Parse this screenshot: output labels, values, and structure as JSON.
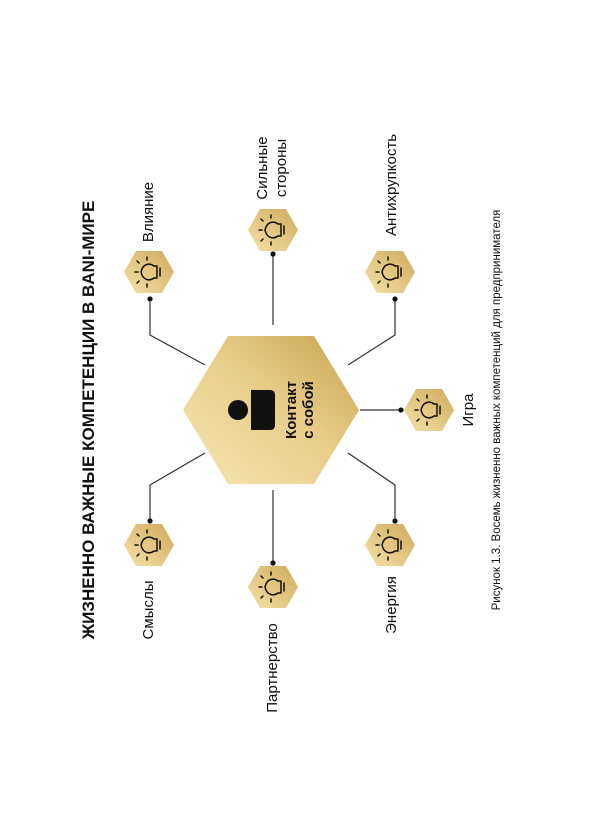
{
  "page": {
    "title": "ЖИЗНЕННО ВАЖНЫЕ КОМПЕТЕНЦИИ В BANI-МИРЕ",
    "caption": "Рисунок 1.3. Восемь жизненно важных компетенций  для предпринимателя"
  },
  "center": {
    "label_line1": "Контакт",
    "label_line2": "с собой",
    "icon": "person-icon"
  },
  "nodes": [
    {
      "id": "vliyanie",
      "label_line1": "Влияние",
      "label_line2": "",
      "icon": "lightbulb-icon"
    },
    {
      "id": "silnye-storony",
      "label_line1": "Сильные",
      "label_line2": "стороны",
      "icon": "lightbulb-icon"
    },
    {
      "id": "antikhrupkost",
      "label_line1": "Антихрупкость",
      "label_line2": "",
      "icon": "lightbulb-icon"
    },
    {
      "id": "igra",
      "label_line1": "Игра",
      "label_line2": "",
      "icon": "lightbulb-icon"
    },
    {
      "id": "smysly",
      "label_line1": "Смыслы",
      "label_line2": "",
      "icon": "lightbulb-icon"
    },
    {
      "id": "partnerstvo",
      "label_line1": "Партнерство",
      "label_line2": "",
      "icon": "lightbulb-icon"
    },
    {
      "id": "energiya",
      "label_line1": "Энергия",
      "label_line2": "",
      "icon": "lightbulb-icon"
    }
  ],
  "colors": {
    "gold_light": "#f7e7b4",
    "gold_mid": "#e4c67e",
    "gold_dark": "#c9a352",
    "ink": "#111111"
  }
}
